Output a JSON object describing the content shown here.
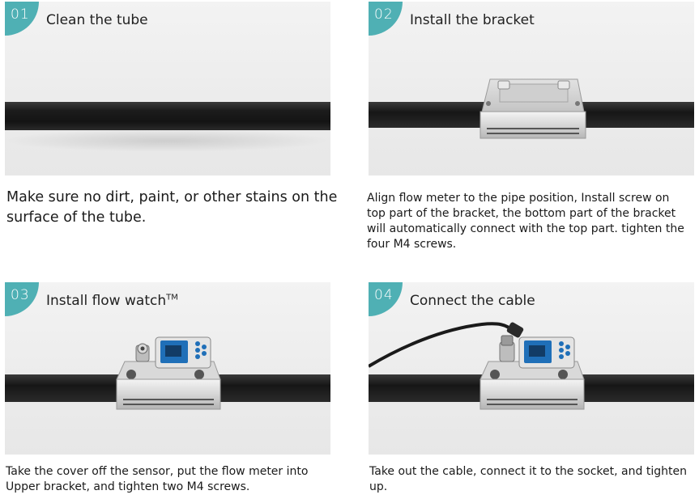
{
  "steps": [
    {
      "number": "01",
      "title": "Clean the tube",
      "description": "Make sure no dirt, paint, or other stains on the surface of the tube."
    },
    {
      "number": "02",
      "title": "Install the bracket",
      "description": "Align flow meter to the pipe position, Install screw on top part of the bracket, the bottom part of the bracket will automatically connect with the top part. tighten the four M4 screws."
    },
    {
      "number": "03",
      "title": "Install flow watch",
      "title_sup": "TM",
      "description": "Take the cover off the sensor, put the flow meter into Upper bracket, and tighten two M4 screws."
    },
    {
      "number": "04",
      "title": "Connect the cable",
      "description": "Take out the cable, connect it to the socket, and tighten up."
    }
  ],
  "colors": {
    "badge": "#4fb0b4",
    "pipe": "#1e1e1e",
    "panel": "#ececec",
    "screen": "#1f6fb8"
  }
}
